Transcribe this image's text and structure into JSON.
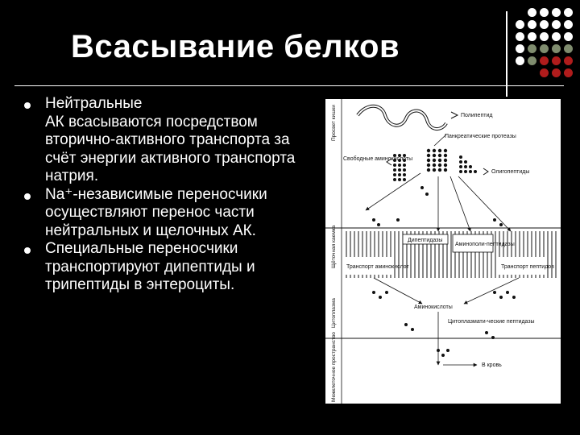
{
  "slide": {
    "title": "Всасывание белков"
  },
  "bullets": [
    "Нейтральные\nАК всасываются посредством вторично-активного транспорта за счёт энергии активного транспорта натрия.",
    "Na⁺-независимые переносчики осуществляют перенос части нейтральных и щелочных АК.",
    "Специальные переносчики транспортируют дипептиды и трипептиды в энтероциты."
  ],
  "figure": {
    "zones": [
      "Просвет кишки",
      "Щёточная каемка",
      "Цитоплазма",
      "Межклеточное пространство"
    ],
    "labels": {
      "polypeptide": "Полипептид",
      "pancreatic": "Панкреатические протеазы",
      "free_aa": "Свободные аминокислоты",
      "oligopeptides": "Олигопептиды",
      "dipeptidases": "Дипептидазы",
      "aminopeptidases": "Аминополи-пептидазы",
      "aa_transport": "Транспорт аминокислот",
      "peptide_transport": "Транспорт пептидов",
      "amino_acids": "Аминокислоты",
      "cyto_peptidases": "Цитоплазмати-ческие пептидазы",
      "to_blood": "В кровь"
    }
  },
  "decor": {
    "dot_colors": [
      "#ffffff",
      "#7f8c6e",
      "#b01c1c"
    ]
  }
}
